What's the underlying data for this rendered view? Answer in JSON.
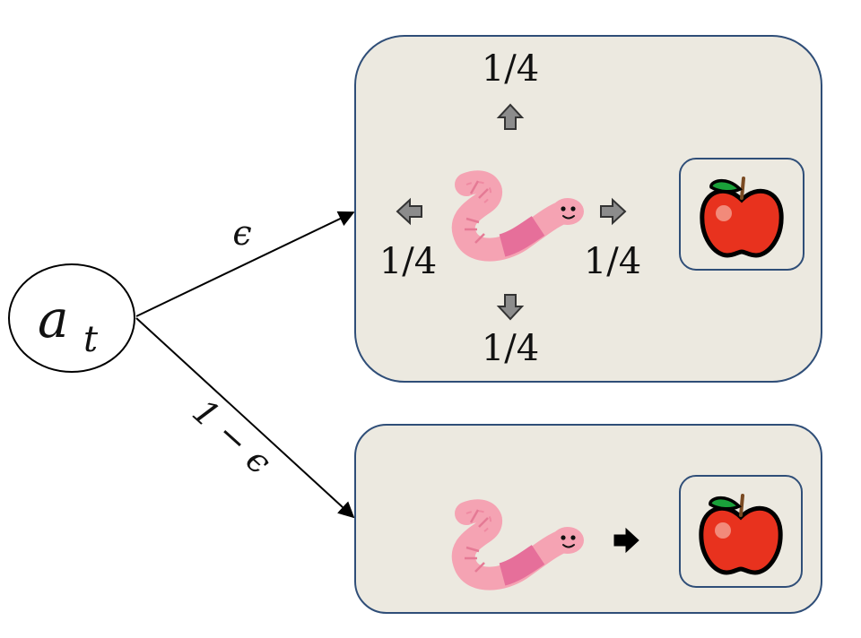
{
  "node": {
    "symbol": "a",
    "subscript": "t"
  },
  "edges": {
    "top_label": "ϵ",
    "bottom_label": "1 − ϵ"
  },
  "stochastic_panel": {
    "probabilities": {
      "up": "1/4",
      "left": "1/4",
      "right": "1/4",
      "down": "1/4"
    },
    "icons": [
      "worm-icon",
      "apple-icon",
      "arrow-up-icon",
      "arrow-left-icon",
      "arrow-right-icon",
      "arrow-down-icon"
    ]
  },
  "deterministic_panel": {
    "icons": [
      "worm-icon",
      "arrow-right-icon",
      "apple-icon"
    ]
  },
  "colors": {
    "panel_fill": "#ece9e0",
    "panel_stroke": "#2f4e78",
    "arrow_gray": "#8c8c8c",
    "arrow_black": "#000000",
    "worm_pink": "#f5a3b3",
    "worm_stripe": "#e66f9a",
    "apple_red": "#e8321e",
    "leaf_green": "#1aa13a"
  }
}
